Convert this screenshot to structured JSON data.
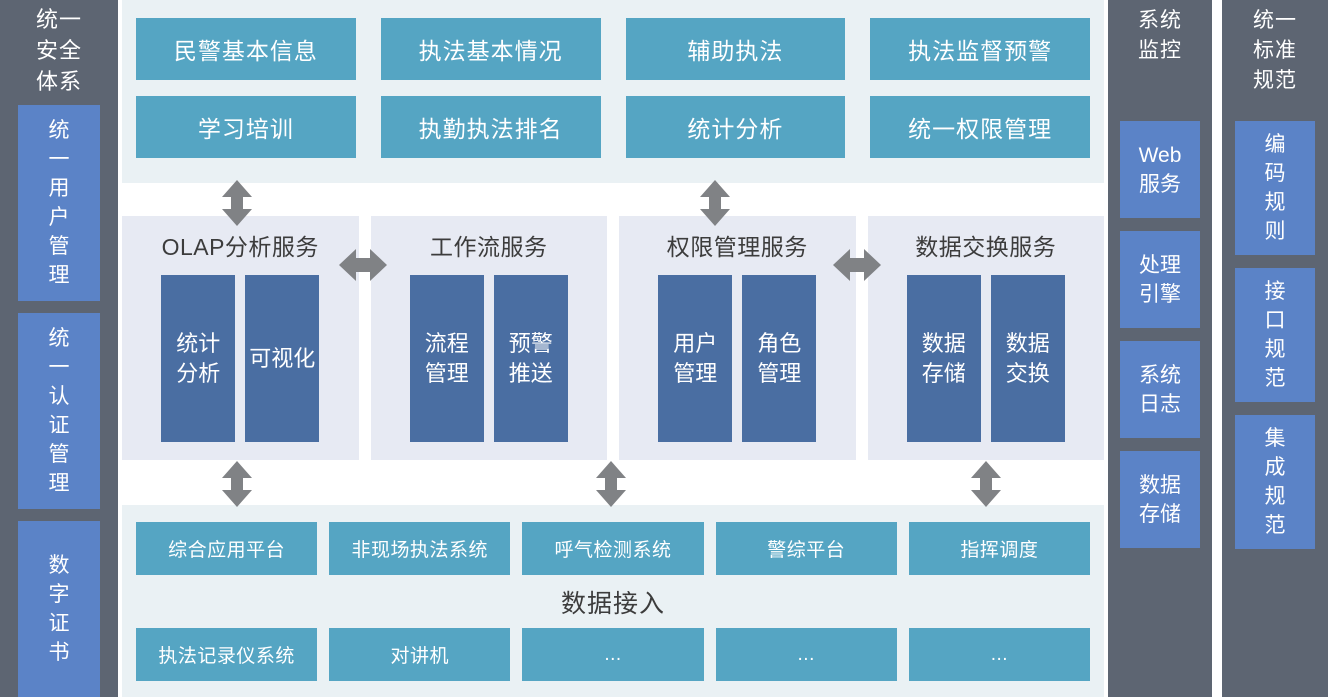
{
  "colors": {
    "gray_column": "#5d6572",
    "column_box_blue": "#5b83c7",
    "app_box_teal": "#55a5c3",
    "service_panel_bg": "#e7eaf3",
    "service_box_blue": "#4a6ea2",
    "panel_bg_light": "#eaf1f4",
    "arrow_gray": "#808285"
  },
  "left_column": {
    "title": "统一\n安全\n体系",
    "boxes": [
      {
        "label": "统\n一\n用\n户\n管\n理"
      },
      {
        "label": "统\n一\n认\n证\n管\n理"
      },
      {
        "label": "数\n字\n证\n书"
      }
    ]
  },
  "monitor_column": {
    "title": "系统\n监控",
    "boxes": [
      {
        "label": "Web\n服务"
      },
      {
        "label": "处理\n引擎"
      },
      {
        "label": "系统\n日志"
      },
      {
        "label": "数据\n存储"
      }
    ]
  },
  "standards_column": {
    "title": "统一\n标准\n规范",
    "boxes": [
      {
        "label": "编\n码\n规\n则"
      },
      {
        "label": "接\n口\n规\n范"
      },
      {
        "label": "集\n成\n规\n范"
      }
    ]
  },
  "application_layer": {
    "boxes": [
      {
        "label": "民警基本信息"
      },
      {
        "label": "执法基本情况"
      },
      {
        "label": "辅助执法"
      },
      {
        "label": "执法监督预警"
      },
      {
        "label": "学习培训"
      },
      {
        "label": "执勤执法排名"
      },
      {
        "label": "统计分析"
      },
      {
        "label": "统一权限管理"
      }
    ]
  },
  "service_layer": {
    "panels": [
      {
        "title": "OLAP分析服务",
        "children": [
          {
            "label": "统计\n分析"
          },
          {
            "label": "可视化"
          }
        ]
      },
      {
        "title": "工作流服务",
        "children": [
          {
            "label": "流程\n管理"
          },
          {
            "label": "预警\n推送"
          }
        ]
      },
      {
        "title": "权限管理服务",
        "children": [
          {
            "label": "用户\n管理"
          },
          {
            "label": "角色\n管理"
          }
        ]
      },
      {
        "title": "数据交换服务",
        "children": [
          {
            "label": "数据\n存储"
          },
          {
            "label": "数据\n交换"
          }
        ]
      }
    ]
  },
  "data_layer": {
    "center_label": "数据接入",
    "top_row": [
      {
        "label": "综合应用平台"
      },
      {
        "label": "非现场执法系统"
      },
      {
        "label": "呼气检测系统"
      },
      {
        "label": "警综平台"
      },
      {
        "label": "指挥调度"
      }
    ],
    "bottom_row": [
      {
        "label": "执法记录仪系统"
      },
      {
        "label": "对讲机"
      },
      {
        "label": "..."
      },
      {
        "label": "..."
      },
      {
        "label": "..."
      }
    ]
  },
  "connectors": {
    "vertical_top": [
      {
        "name": "app-to-olap"
      },
      {
        "name": "app-to-permission"
      }
    ],
    "vertical_bottom": [
      {
        "name": "olap-to-data"
      },
      {
        "name": "workflow-to-data"
      },
      {
        "name": "exchange-to-data"
      }
    ],
    "horizontal": [
      {
        "name": "olap-workflow"
      },
      {
        "name": "permission-exchange"
      }
    ]
  }
}
